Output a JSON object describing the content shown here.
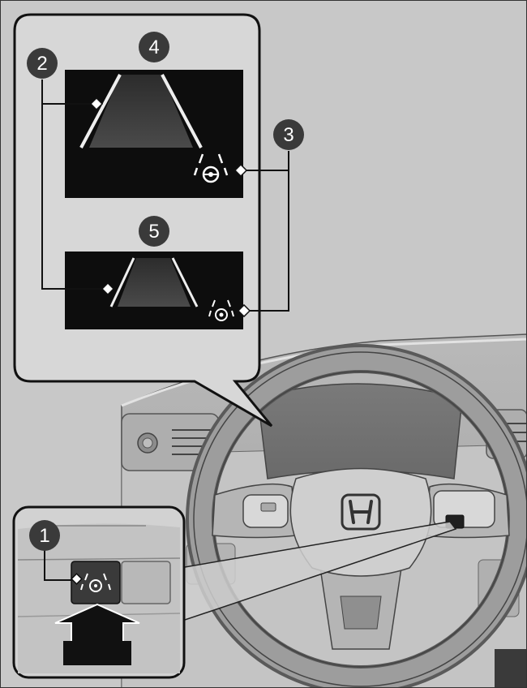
{
  "callouts": [
    {
      "id": "callout-1",
      "label": "1"
    },
    {
      "id": "callout-2",
      "label": "2"
    },
    {
      "id": "callout-3",
      "label": "3"
    },
    {
      "id": "callout-4",
      "label": "4"
    },
    {
      "id": "callout-5",
      "label": "5"
    }
  ],
  "icons": {
    "lkas_display_icon": "lane-keep-assist-icon",
    "lkas_button_icon": "lane-keep-assist-button-icon",
    "brand_emblem": "honda-emblem-icon",
    "press_arrow": "press-arrow-icon"
  },
  "colors": {
    "background": "#c8c8c8",
    "panel": "#d7d7d7",
    "screen": "#0d0d0d",
    "badge": "#3a3a3a",
    "badge_text": "#ffffff",
    "outline": "#1a1a1a"
  }
}
